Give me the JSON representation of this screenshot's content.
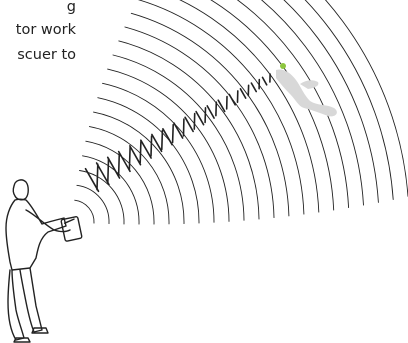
{
  "caption": {
    "line1": "g",
    "line2": "tor work",
    "line3": "scuer to"
  },
  "colors": {
    "ink": "#222222",
    "victim": "#d8d8d8",
    "victim_marker": "#8dc63f"
  },
  "icons": [
    "rescuer-figure",
    "detector-device",
    "victim-figure"
  ]
}
